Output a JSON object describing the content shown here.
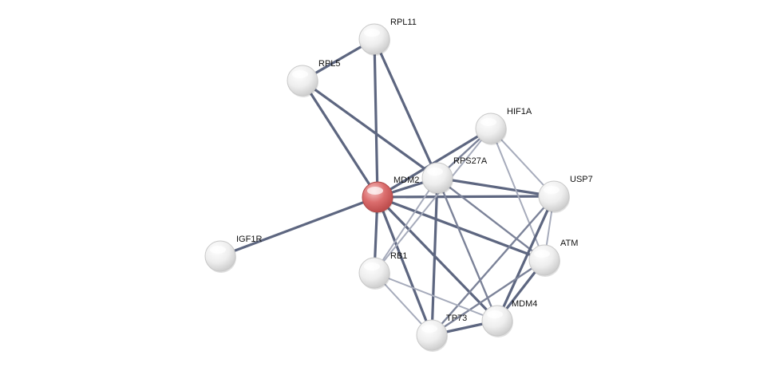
{
  "network": {
    "colors": {
      "strong_edge": "#5d6680",
      "medium_edge": "#7c8399",
      "weak_edge": "#a6abbb",
      "node_fill": "#f2f2f2",
      "node_edge": "#c8c8c8",
      "query_node": "#d96a6a"
    },
    "nodes": [
      {
        "id": "MDM2",
        "label": "MDM2",
        "query": true
      },
      {
        "id": "RPS27A",
        "label": "RPS27A"
      },
      {
        "id": "RPL11",
        "label": "RPL11"
      },
      {
        "id": "RPL5",
        "label": "RPL5"
      },
      {
        "id": "HIF1A",
        "label": "HIF1A"
      },
      {
        "id": "USP7",
        "label": "USP7"
      },
      {
        "id": "ATM",
        "label": "ATM"
      },
      {
        "id": "MDM4",
        "label": "MDM4"
      },
      {
        "id": "TP73",
        "label": "TP73"
      },
      {
        "id": "RB1",
        "label": "RB1"
      },
      {
        "id": "IGF1R",
        "label": "IGF1R"
      }
    ],
    "edges": [
      {
        "source": "MDM2",
        "target": "RPL11",
        "strength": "strong"
      },
      {
        "source": "MDM2",
        "target": "RPL5",
        "strength": "strong"
      },
      {
        "source": "MDM2",
        "target": "IGF1R",
        "strength": "strong"
      },
      {
        "source": "MDM2",
        "target": "RPS27A",
        "strength": "strong"
      },
      {
        "source": "MDM2",
        "target": "HIF1A",
        "strength": "strong"
      },
      {
        "source": "MDM2",
        "target": "USP7",
        "strength": "strong"
      },
      {
        "source": "MDM2",
        "target": "ATM",
        "strength": "strong"
      },
      {
        "source": "MDM2",
        "target": "MDM4",
        "strength": "strong"
      },
      {
        "source": "MDM2",
        "target": "TP73",
        "strength": "strong"
      },
      {
        "source": "MDM2",
        "target": "RB1",
        "strength": "strong"
      },
      {
        "source": "RPL5",
        "target": "RPL11",
        "strength": "strong"
      },
      {
        "source": "RPL11",
        "target": "RPS27A",
        "strength": "strong"
      },
      {
        "source": "RPL5",
        "target": "RPS27A",
        "strength": "strong"
      },
      {
        "source": "RPS27A",
        "target": "USP7",
        "strength": "strong"
      },
      {
        "source": "RPS27A",
        "target": "HIF1A",
        "strength": "medium"
      },
      {
        "source": "RPS27A",
        "target": "ATM",
        "strength": "medium"
      },
      {
        "source": "RPS27A",
        "target": "MDM4",
        "strength": "medium"
      },
      {
        "source": "RPS27A",
        "target": "TP73",
        "strength": "strong"
      },
      {
        "source": "RPS27A",
        "target": "RB1",
        "strength": "weak"
      },
      {
        "source": "HIF1A",
        "target": "USP7",
        "strength": "weak"
      },
      {
        "source": "HIF1A",
        "target": "ATM",
        "strength": "weak"
      },
      {
        "source": "HIF1A",
        "target": "RB1",
        "strength": "weak"
      },
      {
        "source": "USP7",
        "target": "MDM4",
        "strength": "strong"
      },
      {
        "source": "USP7",
        "target": "TP73",
        "strength": "medium"
      },
      {
        "source": "USP7",
        "target": "ATM",
        "strength": "weak"
      },
      {
        "source": "ATM",
        "target": "MDM4",
        "strength": "strong"
      },
      {
        "source": "ATM",
        "target": "TP73",
        "strength": "medium"
      },
      {
        "source": "MDM4",
        "target": "TP73",
        "strength": "strong"
      },
      {
        "source": "MDM4",
        "target": "RB1",
        "strength": "weak"
      },
      {
        "source": "TP73",
        "target": "RB1",
        "strength": "weak"
      }
    ]
  }
}
